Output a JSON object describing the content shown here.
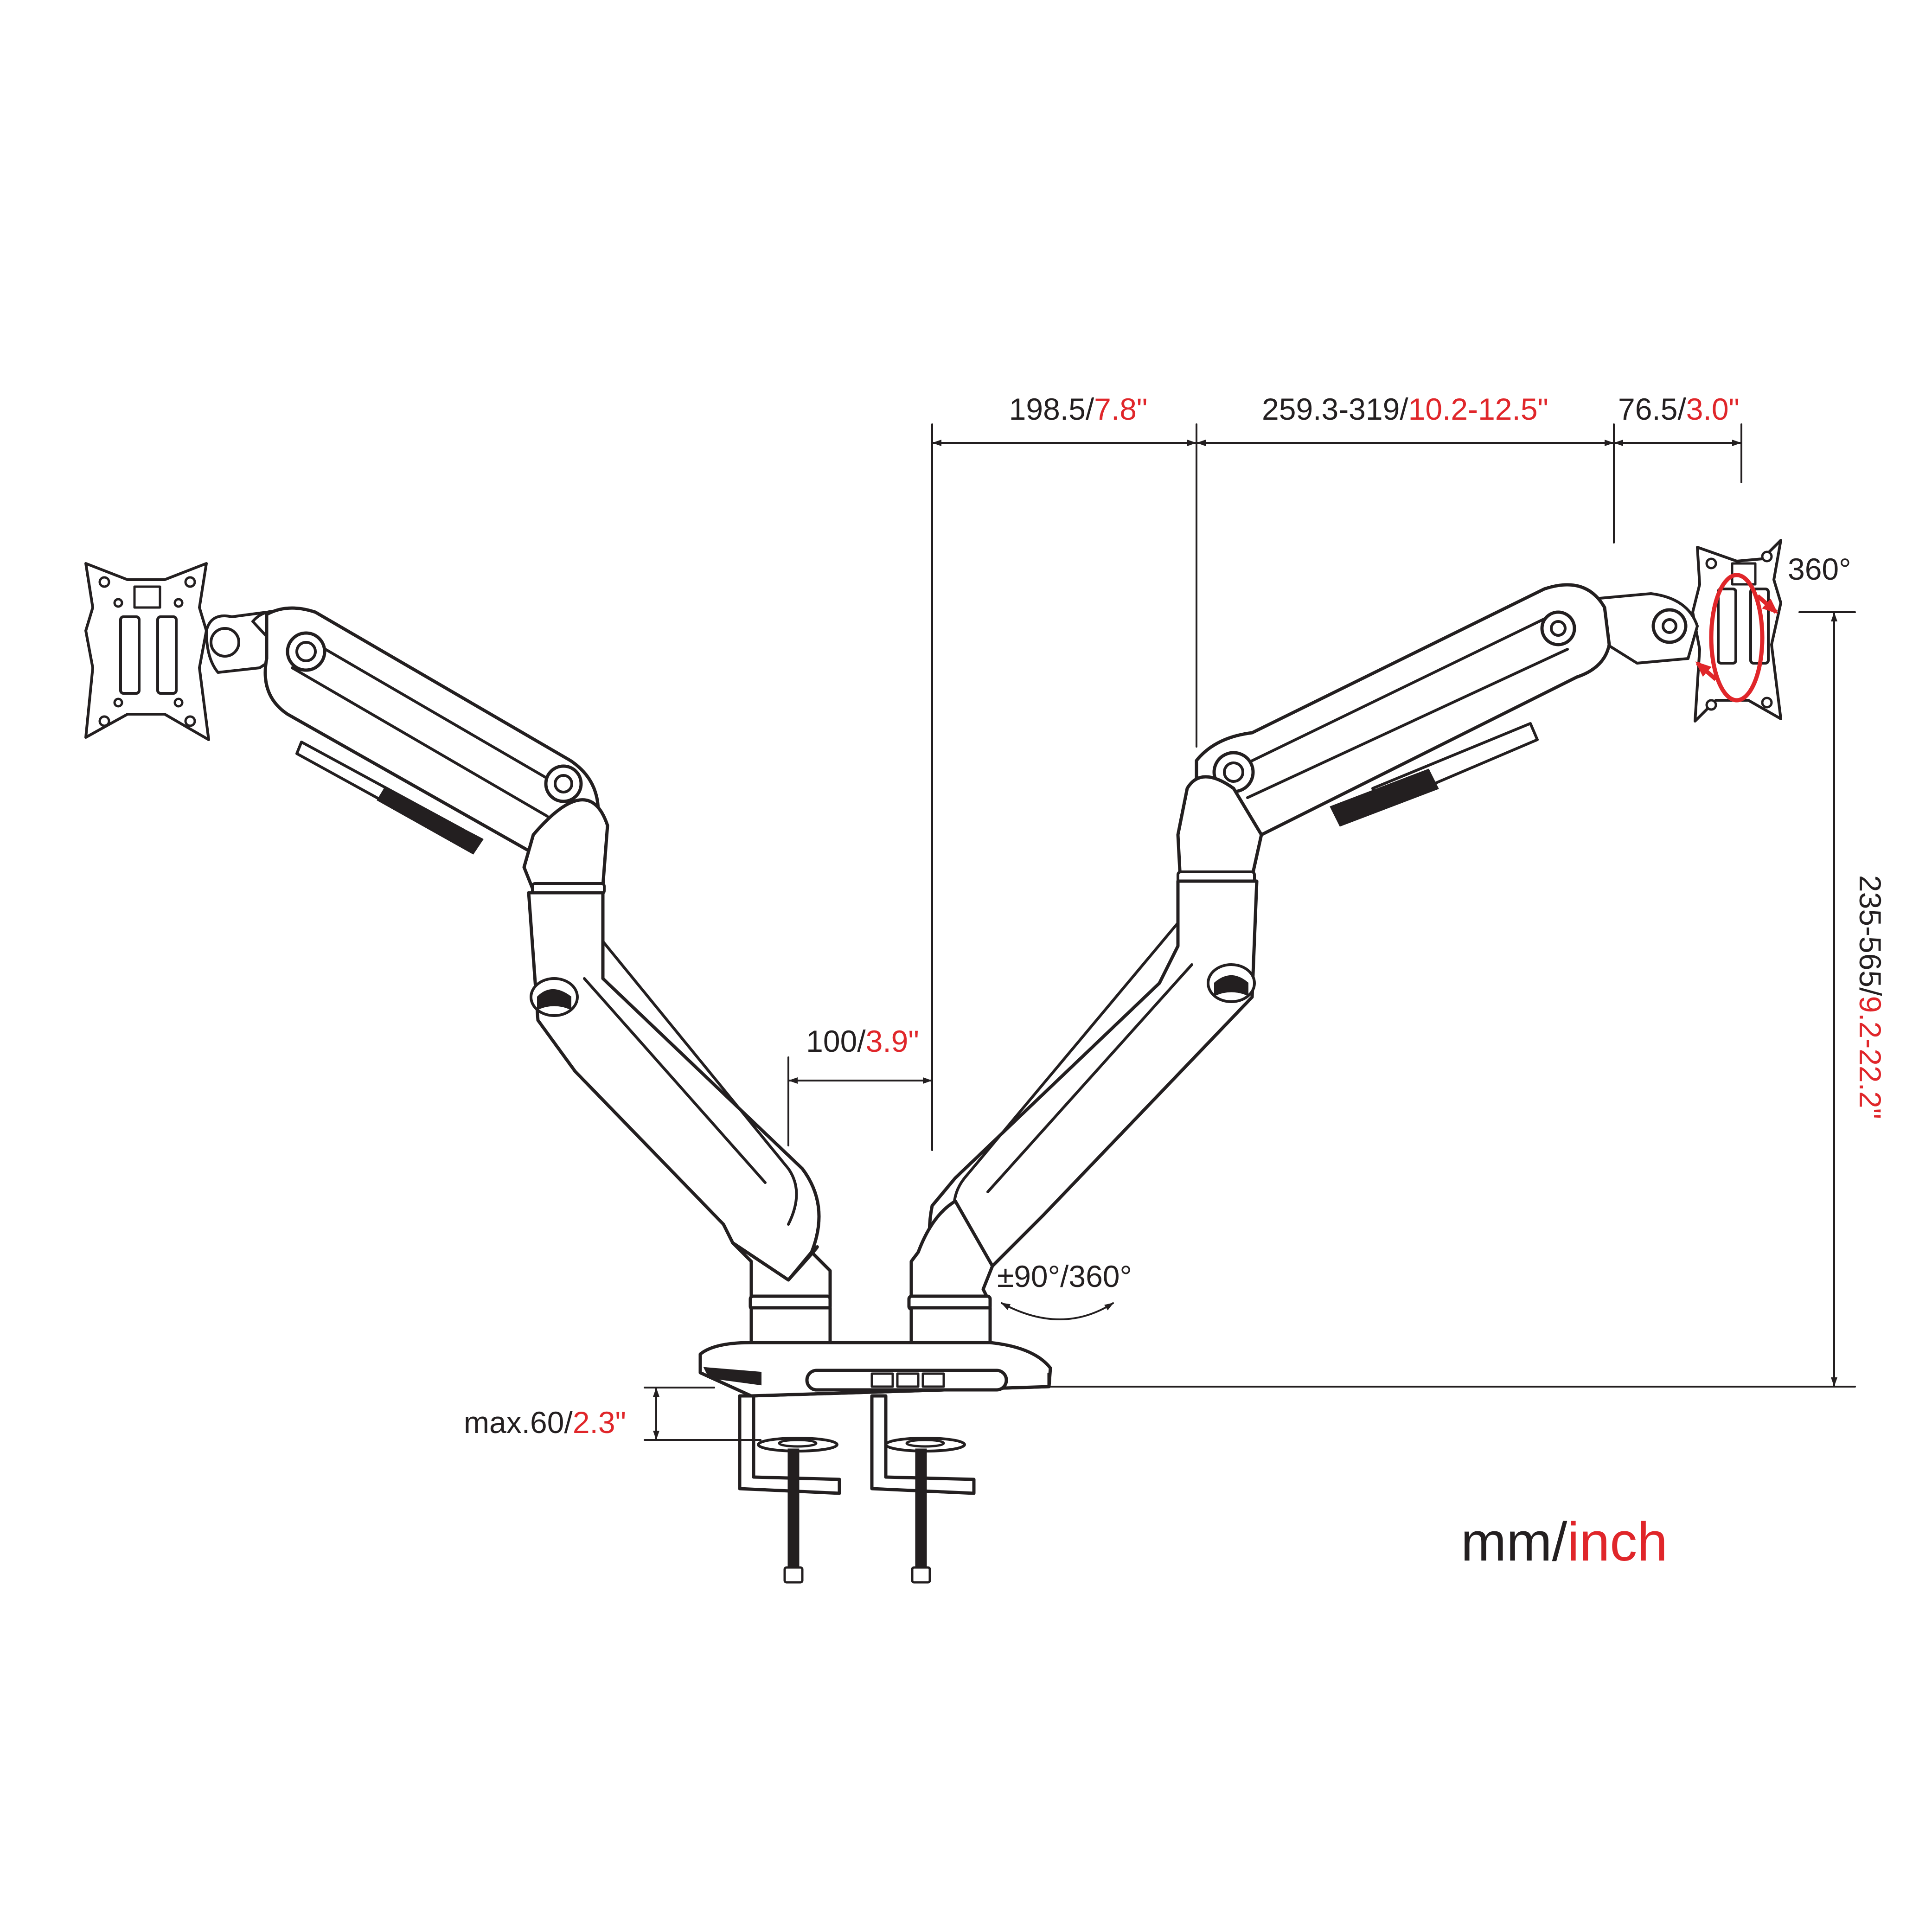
{
  "colors": {
    "ink": "#231f20",
    "accent": "#e0262a",
    "background": "#ffffff"
  },
  "dimensions": {
    "arm_reach": {
      "mm": "198.5/",
      "inch": "7.8\""
    },
    "arm_extension": {
      "mm": "259.3-319/",
      "inch": "10.2-12.5\""
    },
    "head_depth": {
      "mm": "76.5/",
      "inch": "3.0\""
    },
    "pole_spacing": {
      "mm": "100/",
      "inch": "3.9\""
    },
    "height_range": {
      "mm": "235-565/",
      "inch": "9.2-22.2\""
    },
    "clamp_thickness": {
      "mm": "max.60/",
      "inch": "2.3\""
    }
  },
  "rotation": {
    "vesa_rotation": "360°",
    "arm_swivel": "±90°/360°"
  },
  "units": {
    "metric": "mm/",
    "imperial": "inch"
  },
  "icons": {
    "rotation_arrow": "circular-arrow-icon",
    "swivel_arrow": "curved-arrow-icon"
  }
}
